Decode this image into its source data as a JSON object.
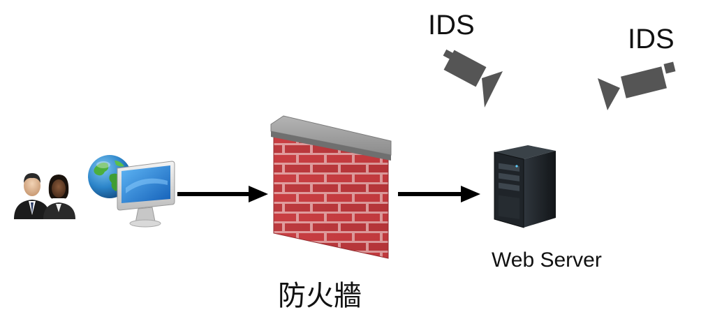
{
  "diagram": {
    "ids_labels": [
      "IDS",
      "IDS"
    ],
    "server_label": "Web Server",
    "firewall_label": "防火牆"
  },
  "colors": {
    "brick": "#c0393b",
    "mortar": "#e8b9b9",
    "cap": "#9a9a9a",
    "camera": "#555555",
    "server": "#1e2328",
    "arrow": "#000000"
  }
}
